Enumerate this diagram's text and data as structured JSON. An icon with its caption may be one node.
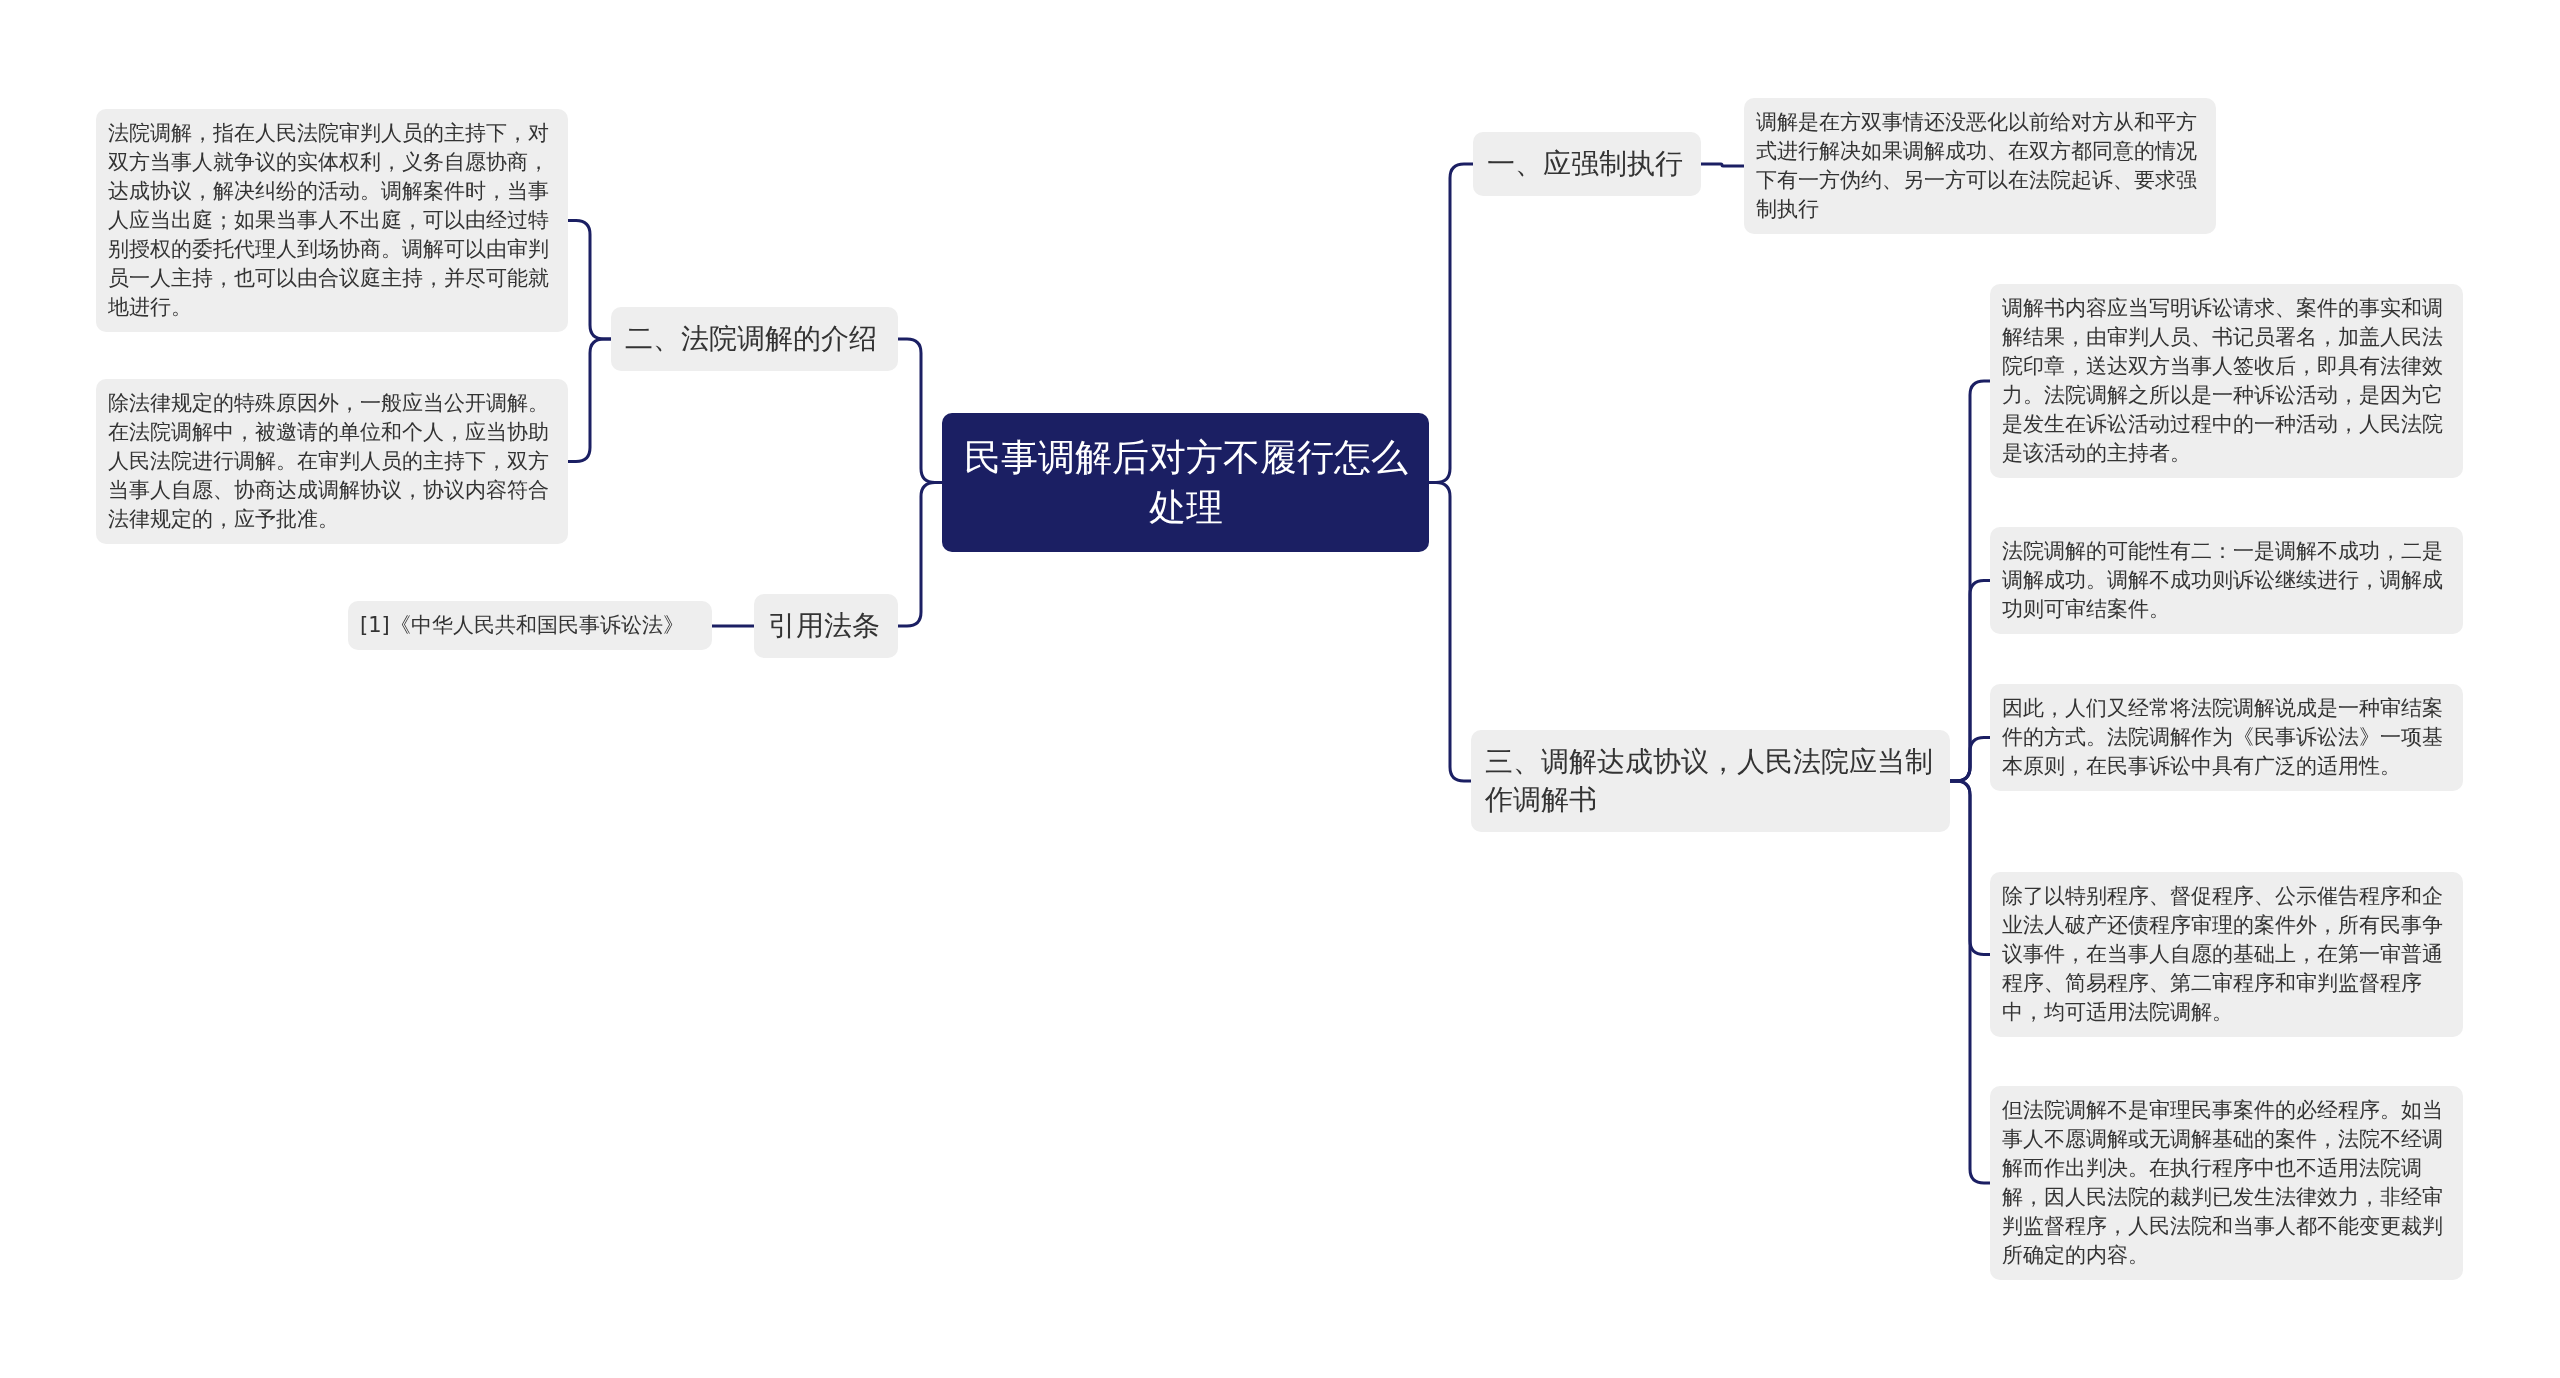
{
  "diagram": {
    "nodes": [
      {
        "text": [
          "民事调解后对方不履行怎么处理"
        ]
      },
      {
        "text": [
          "一、应强制执行"
        ]
      },
      {
        "text": [
          "调解是在方双事情还没恶化以前给对方从和平方式进行解决如果调解成功、在双方都同意的情况下有一方伪约、另一方可以在法院起诉、要求强制执行"
        ]
      },
      {
        "text": [
          "二、法院调解的介绍"
        ]
      },
      {
        "text": [
          "法院调解，指在人民法院审判人员的主持下，对双方当事人就争议的实体权利，义务自愿协商，达成协议，解决纠纷的活动。调解案件时，当事人应当出庭；如果当事人不出庭，可以由经过特别授权的委托代理人到场协商。调解可以由审判员一人主持，也可以由合议庭主持，并尽可能就地进行。"
        ]
      },
      {
        "text": [
          "除法律规定的特殊原因外，一般应当公开调解。在法院调解中，被邀请的单位和个人，应当协助人民法院进行调解。在审判人员的主持下，双方当事人自愿、协商达成调解协议，协议内容符合法律规定的，应予批准。"
        ]
      },
      {
        "text": [
          "引用法条"
        ]
      },
      {
        "text": [
          "[1]《中华人民共和国民事诉讼法》"
        ]
      },
      {
        "text": [
          "三、调解达成协议，人民法院应当制作调解书"
        ]
      },
      {
        "text": [
          "调解书内容应当写明诉讼请求、案件的事实和调解结果，由审判人员、书记员署名，加盖人民法院印章，送达双方当事人签收后，即具有法律效力。法院调解之所以是一种诉讼活动，是因为它是发生在诉讼活动过程中的一种活动，人民法院是该活动的主持者。"
        ]
      },
      {
        "text": [
          "法院调解的可能性有二：一是调解不成功，二是调解成功。调解不成功则诉讼继续进行，调解成功则可审结案件。"
        ]
      },
      {
        "text": [
          "因此，人们又经常将法院调解说成是一种审结案件的方式。法院调解作为《民事诉讼法》一项基本原则，在民事诉讼中具有广泛的适用性。"
        ]
      },
      {
        "text": [
          "除了以特别程序、督促程序、公示催告程序和企业法人破产还债程序审理的案件外，所有民事争议事件，在当事人自愿的基础上，在第一审普通程序、简易程序、第二审程序和审判监督程序中，均可适用法院调解。"
        ]
      },
      {
        "text": [
          "但法院调解不是审理民事案件的必经程序。如当事人不愿调解或无调解基础的案件，法院不经调解而作出判决。在执行程序中也不适用法院调解，因人民法院的裁判已发生法律效力，非经审判监督程序，人民法院和当事人都不能变更裁判所确定的内容。"
        ]
      }
    ],
    "edges": [
      {
        "from": 0,
        "to": 1,
        "arrow": "none"
      },
      {
        "from": 1,
        "to": 2,
        "arrow": "none"
      },
      {
        "from": 0,
        "to": 3,
        "arrow": "none"
      },
      {
        "from": 3,
        "to": 4,
        "arrow": "none"
      },
      {
        "from": 3,
        "to": 5,
        "arrow": "none"
      },
      {
        "from": 0,
        "to": 6,
        "arrow": "none"
      },
      {
        "from": 6,
        "to": 7,
        "arrow": "none"
      },
      {
        "from": 0,
        "to": 8,
        "arrow": "none"
      },
      {
        "from": 8,
        "to": 9,
        "arrow": "none"
      },
      {
        "from": 8,
        "to": 10,
        "arrow": "none"
      },
      {
        "from": 8,
        "to": 11,
        "arrow": "none"
      },
      {
        "from": 8,
        "to": 12,
        "arrow": "none"
      },
      {
        "from": 8,
        "to": 13,
        "arrow": "none"
      }
    ]
  }
}
